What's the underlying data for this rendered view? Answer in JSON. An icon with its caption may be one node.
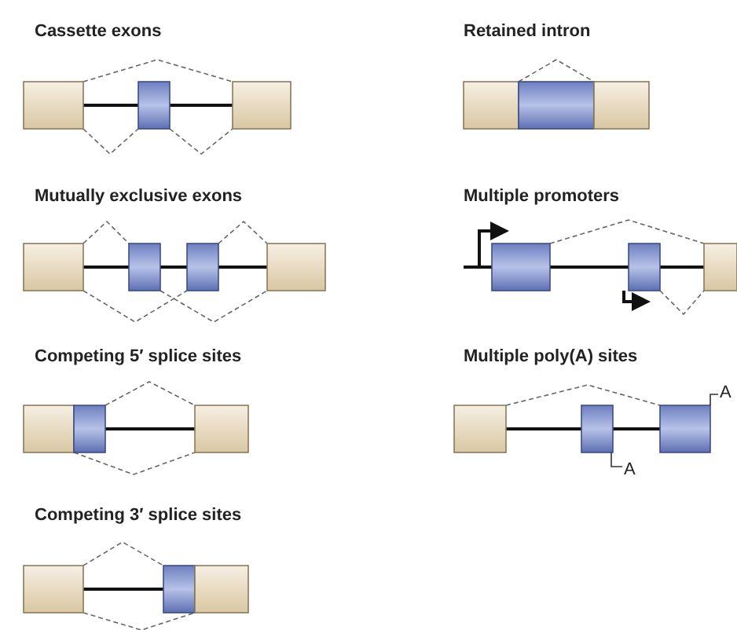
{
  "diagram": {
    "labels": [
      "Cassette exons",
      "Retained intron",
      "Mutually exclusive exons",
      "Multiple promoters",
      "Competing 5′ splice sites",
      "Multiple poly(A) sites",
      "A",
      "A",
      "Competing 3′ splice sites"
    ]
  }
}
